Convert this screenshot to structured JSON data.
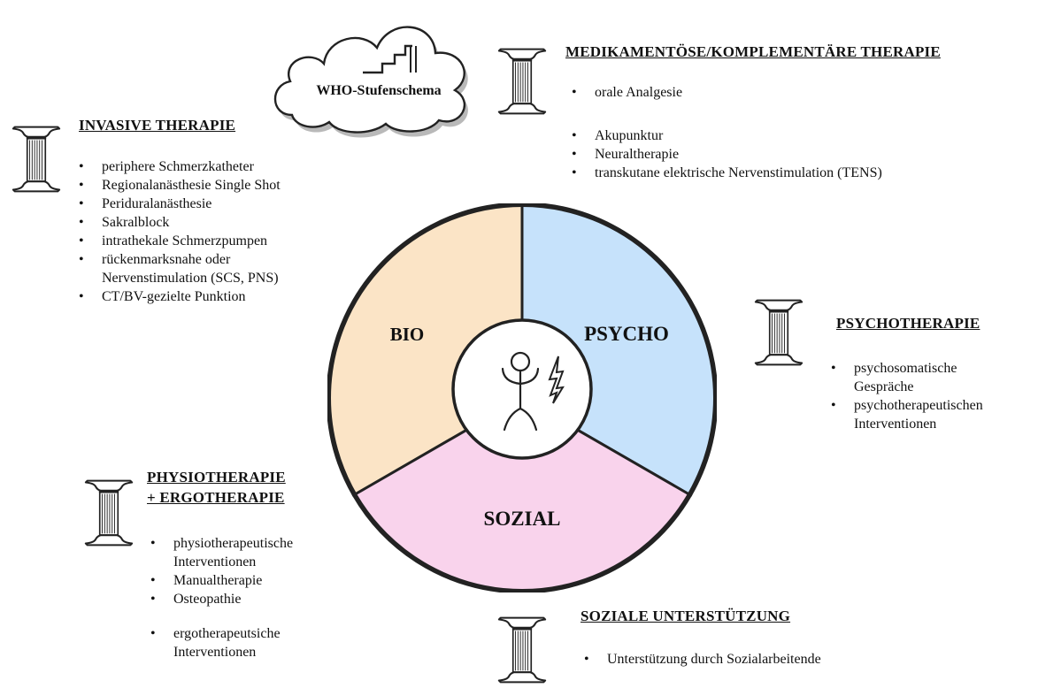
{
  "cloud": {
    "label": "WHO-Stufenschema"
  },
  "wheel": {
    "segments": [
      {
        "key": "bio",
        "label": "BIO",
        "color": "#fbe4c6"
      },
      {
        "key": "psycho",
        "label": "PSYCHO",
        "color": "#c6e2fb"
      },
      {
        "key": "sozial",
        "label": "SOZIAL",
        "color": "#f9d3ec"
      }
    ]
  },
  "pillars": {
    "invasive": {
      "title": "INVASIVE THERAPIE",
      "items": [
        "periphere Schmerzkatheter",
        "Regionalanästhesie Single Shot",
        "Periduralanästhesie",
        "Sakralblock",
        "intrathekale Schmerzpumpen",
        "rückenmarksnahe oder\nNervenstimulation (SCS, PNS)",
        "CT/BV-gezielte Punktion"
      ]
    },
    "medikamentoes": {
      "title": "MEDIKAMENTÖSE/KOMPLEMENTÄRE THERAPIE",
      "items": [
        "orale Analgesie",
        "Akupunktur",
        "Neuraltherapie",
        "transkutane elektrische Nervenstimulation (TENS)"
      ]
    },
    "psychotherapie": {
      "title": "PSYCHOTHERAPIE",
      "items": [
        "psychosomatische\nGespräche",
        "psychotherapeutischen\nInterventionen"
      ]
    },
    "physio": {
      "title_line1": "PHYSIOTHERAPIE",
      "title_line2": "+ ERGOTHERAPIE",
      "items": [
        "physiotherapeutische\nInterventionen",
        "Manualtherapie",
        "Osteopathie",
        "ergotherapeutsiche\nInterventionen"
      ]
    },
    "sozial": {
      "title": "SOZIALE UNTERSTÜTZUNG",
      "items": [
        "Unterstützung durch Sozialarbeitende"
      ]
    }
  }
}
